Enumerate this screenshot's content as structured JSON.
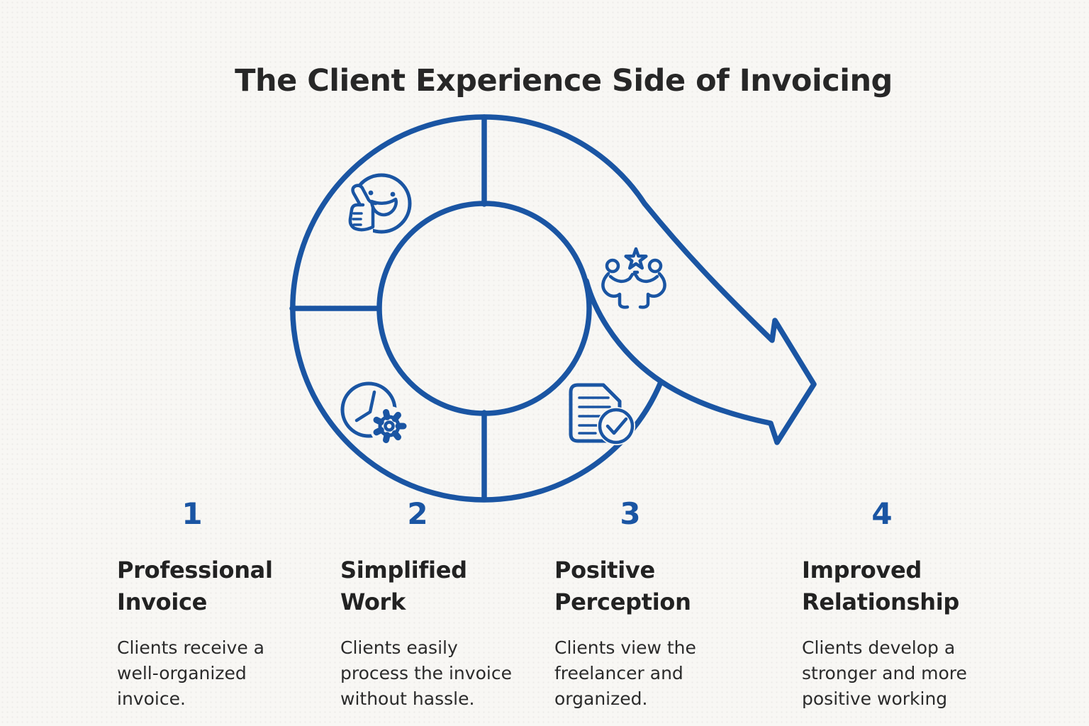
{
  "title": "The Client Experience Side of Invoicing",
  "colors": {
    "accent_blue": "#1a55a3",
    "ink": "#262626",
    "background": "#f8f7f4"
  },
  "diagram": {
    "type": "cycle-with-exit-arrow",
    "segments": 4,
    "icons": [
      "smiley-thumbs-up-icon",
      "clock-gear-icon",
      "document-check-icon",
      "celebration-people-icon"
    ]
  },
  "steps": [
    {
      "number": "1",
      "icon": "smiley-thumbs-up-icon",
      "heading": "Professional\nInvoice",
      "description": "Clients receive a\nwell-organized\ninvoice."
    },
    {
      "number": "2",
      "icon": "clock-gear-icon",
      "heading": "Simplified\nWork",
      "description": "Clients easily\nprocess the invoice\nwithout hassle."
    },
    {
      "number": "3",
      "icon": "document-check-icon",
      "heading": "Positive\nPerception",
      "description": "Clients view the\nfreelancer and\norganized."
    },
    {
      "number": "4",
      "icon": "celebration-people-icon",
      "heading": "Improved\nRelationship",
      "description": "Clients develop a\nstronger and more\npositive working"
    }
  ]
}
